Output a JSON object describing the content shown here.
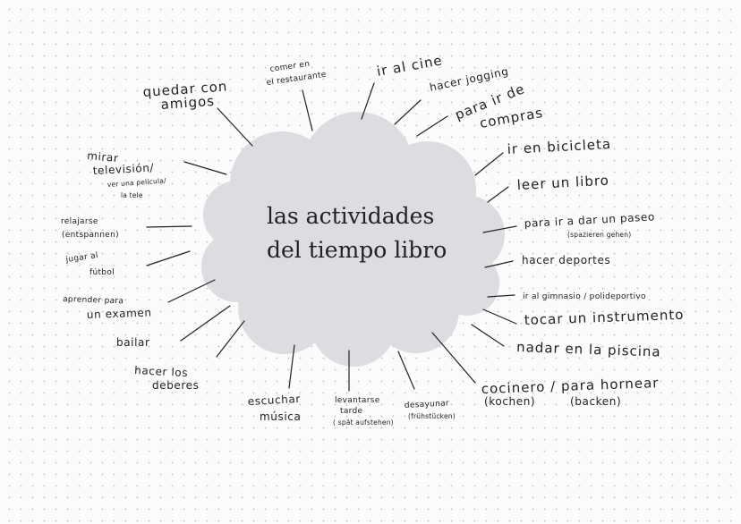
{
  "center": {
    "title_line1": "las actividades",
    "title_line2": "del tiempo libro"
  },
  "nodes": {
    "quedar_con_amigos": [
      "quedar con",
      "amigos"
    ],
    "comer_restaurante": [
      "comer en",
      "el restaurante"
    ],
    "ir_al_cine": "ir al cine",
    "hacer_jogging": "hacer jogging",
    "ir_de_compras": [
      "para ir de",
      "compras"
    ],
    "ir_en_bicicleta": "ir en bicicleta",
    "leer_libro": "leer un libro",
    "dar_un_paseo": [
      "para ir a dar un paseo",
      "(spazieren gehen)"
    ],
    "hacer_deportes": "hacer deportes",
    "ir_al_gimnasio": "ir al gimnasio / polideportivo",
    "tocar_instrumento": "tocar un instrumento",
    "nadar_piscina": "nadar en la piscina",
    "cocinero": [
      "cocinero / para hornear",
      "(kochen)",
      "(backen)"
    ],
    "desayunar": [
      "desayunar",
      "(frühstücken)"
    ],
    "levantarse_tarde": [
      "levantarse",
      "tarde",
      "( spät aufstehen)"
    ],
    "escuchar_musica": [
      "escuchar",
      "música"
    ],
    "hacer_deberes": [
      "hacer los",
      "deberes"
    ],
    "bailar": "bailar",
    "aprender_examen": [
      "aprender para",
      "un examen"
    ],
    "jugar_futbol": [
      "jugar al",
      "fútbol"
    ],
    "relajarse": [
      "relajarse",
      "(entspannen)"
    ],
    "mirar_television": [
      "mirar",
      "televisión/",
      "ver una película/",
      "la tele"
    ]
  }
}
